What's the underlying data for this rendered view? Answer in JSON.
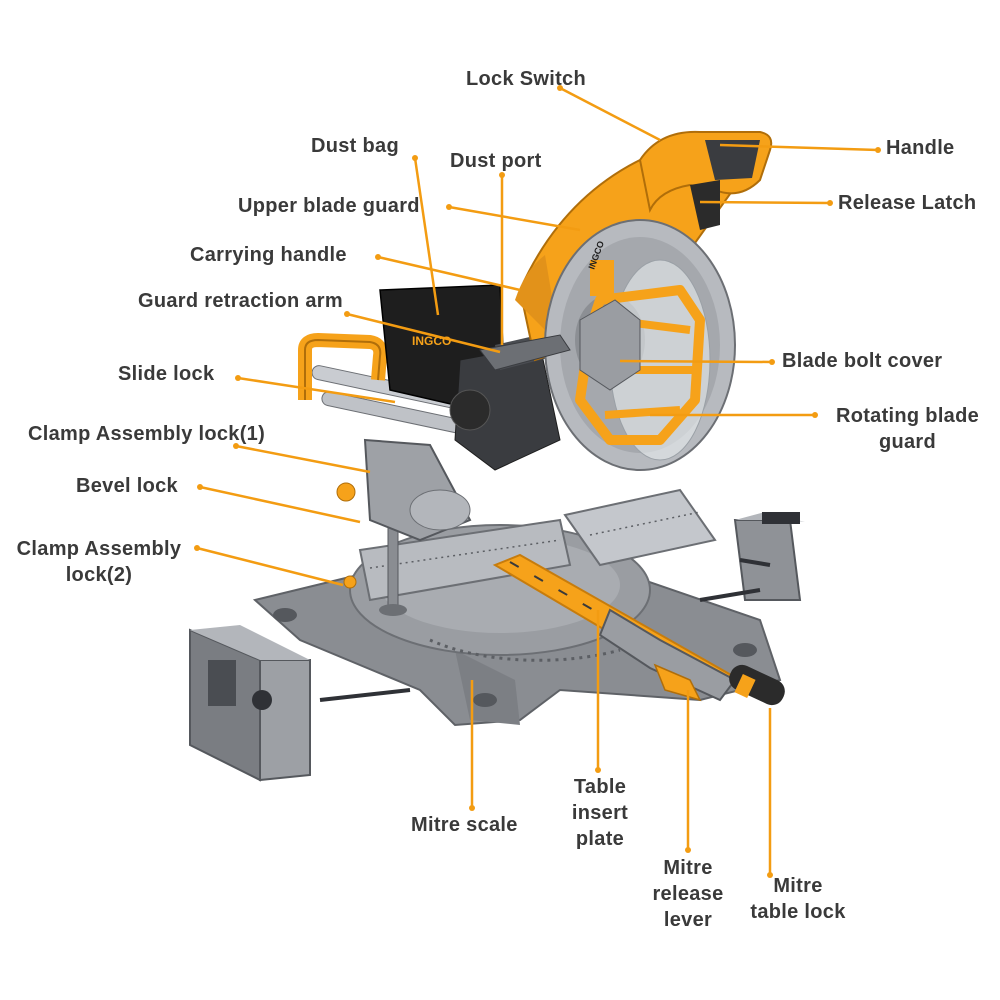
{
  "brand": {
    "logo_text": "INGCO",
    "accent_color": "#f6a21a",
    "leader_color": "#f39c12",
    "metal_color": "#8a8d92",
    "dark_color": "#2b2b2b"
  },
  "labels": {
    "lock_switch": "Lock Switch",
    "handle": "Handle",
    "dust_bag": "Dust bag",
    "dust_port": "Dust port",
    "release_latch": "Release Latch",
    "upper_blade_guard": "Upper blade guard",
    "carrying_handle": "Carrying handle",
    "guard_retraction_arm": "Guard retraction arm",
    "blade_bolt_cover": "Blade bolt cover",
    "slide_lock": "Slide lock",
    "rotating_blade_guard_line1": "Rotating blade",
    "rotating_blade_guard_line2": "guard",
    "clamp_assembly_lock_1": "Clamp Assembly lock(1)",
    "bevel_lock": "Bevel lock",
    "clamp_assembly_lock_2_line1": "Clamp Assembly",
    "clamp_assembly_lock_2_line2": "lock(2)",
    "mitre_scale": "Mitre scale",
    "table_insert_plate_line1": "Table",
    "table_insert_plate_line2": "insert",
    "table_insert_plate_line3": "plate",
    "mitre_release_lever_line1": "Mitre",
    "mitre_release_lever_line2": "release",
    "mitre_release_lever_line3": "lever",
    "mitre_table_lock_line1": "Mitre",
    "mitre_table_lock_line2": "table lock"
  }
}
